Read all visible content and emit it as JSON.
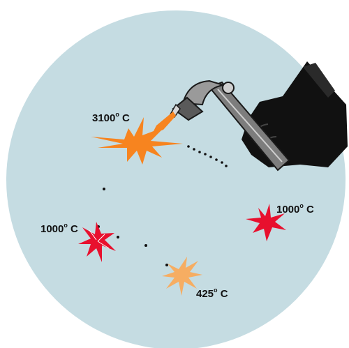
{
  "colors": {
    "background_disc": "#c5dce2",
    "flame_orange": "#f7841f",
    "flame_yellow": "#f9a03a",
    "spark_red": "#e8102e",
    "spark_peach": "#f6ad62",
    "glove": "#111111",
    "torch_metal": "#7d7d7d",
    "outline": "#1a1a1a"
  },
  "icons": [
    "welding-torch-icon",
    "gloved-hand-icon",
    "spark-icon"
  ],
  "labels": {
    "torch_temp": {
      "value": "3100",
      "degree": "o",
      "unit": " C"
    },
    "left_spark_temp": {
      "value": "1000",
      "degree": "o",
      "unit": " C"
    },
    "right_spark_temp": {
      "value": "1000",
      "degree": "o",
      "unit": " C"
    },
    "bottom_spark_temp": {
      "value": "425",
      "degree": "o",
      "unit": " C"
    }
  }
}
